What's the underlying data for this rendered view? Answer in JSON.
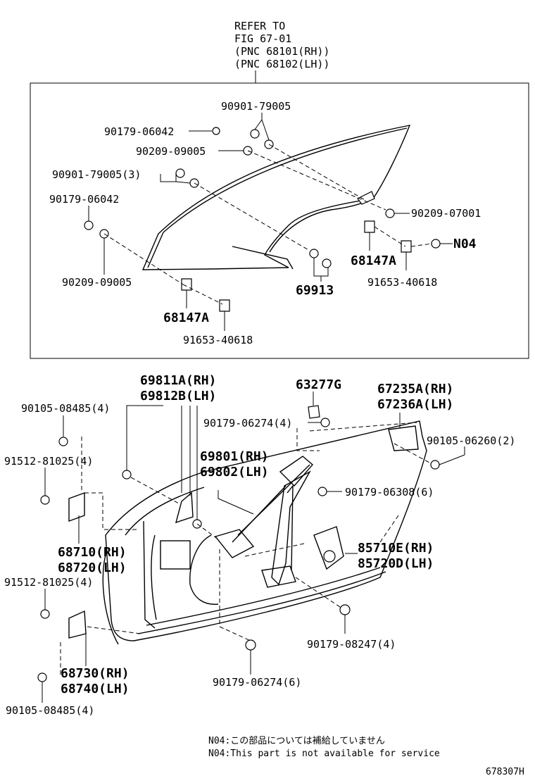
{
  "header": {
    "refer_1": "REFER TO",
    "refer_2": "FIG 67-01",
    "refer_3": "(PNC 68101(RH))",
    "refer_4": "(PNC 68102(LH))"
  },
  "glass_labels": {
    "p90901_79005": "90901-79005",
    "p90179_06042_a": "90179-06042",
    "p90209_09005_a": "90209-09005",
    "p90901_79005_3": "90901-79005(3)",
    "p90179_06042_b": "90179-06042",
    "p90209_07001": "90209-07001",
    "pN04": "N04",
    "p68147A_a": "68147A",
    "p91653_40618_a": "91653-40618",
    "p69913": "69913",
    "p90209_09005_b": "90209-09005",
    "p68147A_b": "68147A",
    "p91653_40618_b": "91653-40618"
  },
  "door_labels": {
    "p69811A": "69811A(RH)",
    "p69812B": "69812B(LH)",
    "p63277G": "63277G",
    "p67235A": "67235A(RH)",
    "p67236A": "67236A(LH)",
    "p90105_08485_a": "90105-08485(4)",
    "p90179_06274_4": "90179-06274(4)",
    "p90105_06260": "90105-06260(2)",
    "p91512_81025_a": "91512-81025(4)",
    "p69801": "69801(RH)",
    "p69802": "69802(LH)",
    "p90179_06308": "90179-06308(6)",
    "p68710": "68710(RH)",
    "p68720": "68720(LH)",
    "p85710E": "85710E(RH)",
    "p85720D": "85720D(LH)",
    "p91512_81025_b": "91512-81025(4)",
    "p90179_08247": "90179-08247(4)",
    "p68730": "68730(RH)",
    "p68740": "68740(LH)",
    "p90179_06274_6": "90179-06274(6)",
    "p90105_08485_b": "90105-08485(4)"
  },
  "notes": {
    "jp": "N04:この部品については補給していません",
    "en": "N04:This part is not available for service"
  },
  "footer": {
    "code": "678307H"
  }
}
